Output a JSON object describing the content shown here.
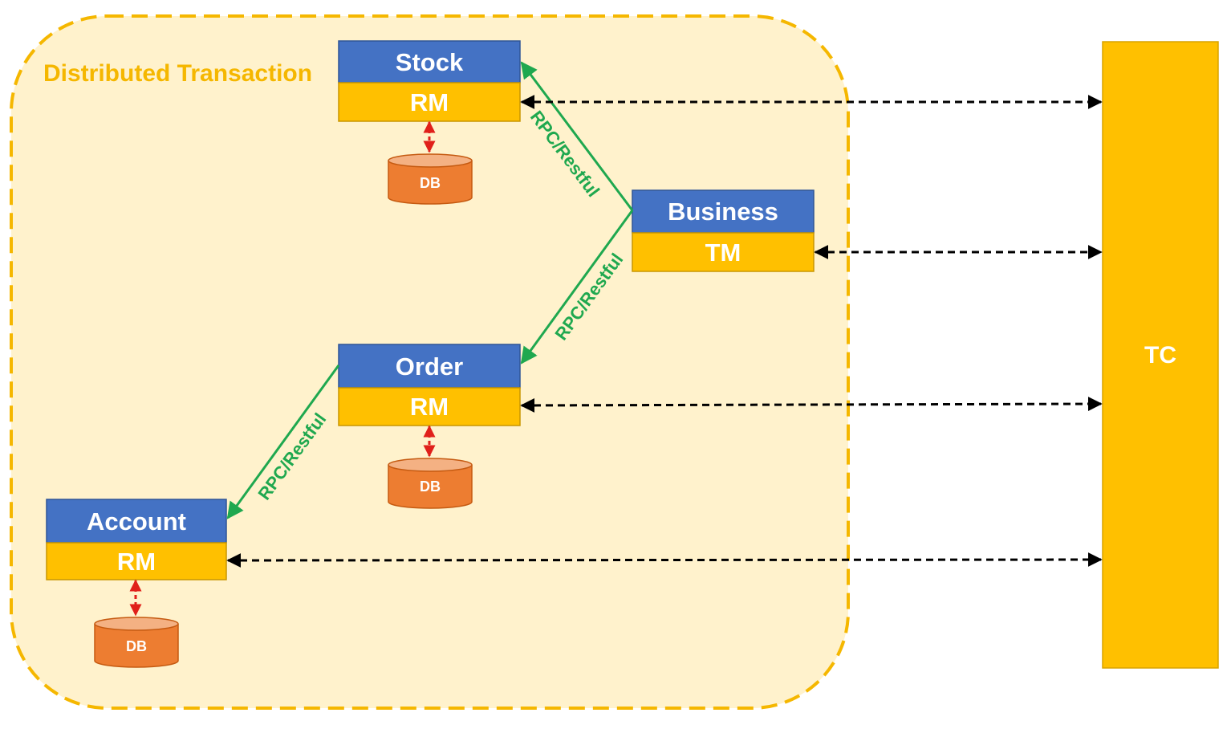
{
  "region": {
    "title": "Distributed Transaction"
  },
  "services": {
    "stock": {
      "name": "Stock",
      "role": "RM"
    },
    "business": {
      "name": "Business",
      "role": "TM"
    },
    "order": {
      "name": "Order",
      "role": "RM"
    },
    "account": {
      "name": "Account",
      "role": "RM"
    }
  },
  "databases": {
    "stock": {
      "label": "DB"
    },
    "order": {
      "label": "DB"
    },
    "account": {
      "label": "DB"
    }
  },
  "calls": {
    "business_to_stock": "RPC/Restful",
    "business_to_order": "RPC/Restful",
    "order_to_account": "RPC/Restful"
  },
  "coordinator": {
    "label": "TC"
  },
  "colors": {
    "service_header": "#4472C4",
    "role_band": "#FFC000",
    "region_fill": "#FFF2CC",
    "region_border": "#F5B700",
    "region_title": "#F5B700",
    "database": "#ED7D31",
    "database_top": "#F4B183",
    "rpc_arrow": "#1FA84F",
    "db_arrow": "#E0201A",
    "tc_arrow": "#000000",
    "coordinator": "#FFC000"
  }
}
